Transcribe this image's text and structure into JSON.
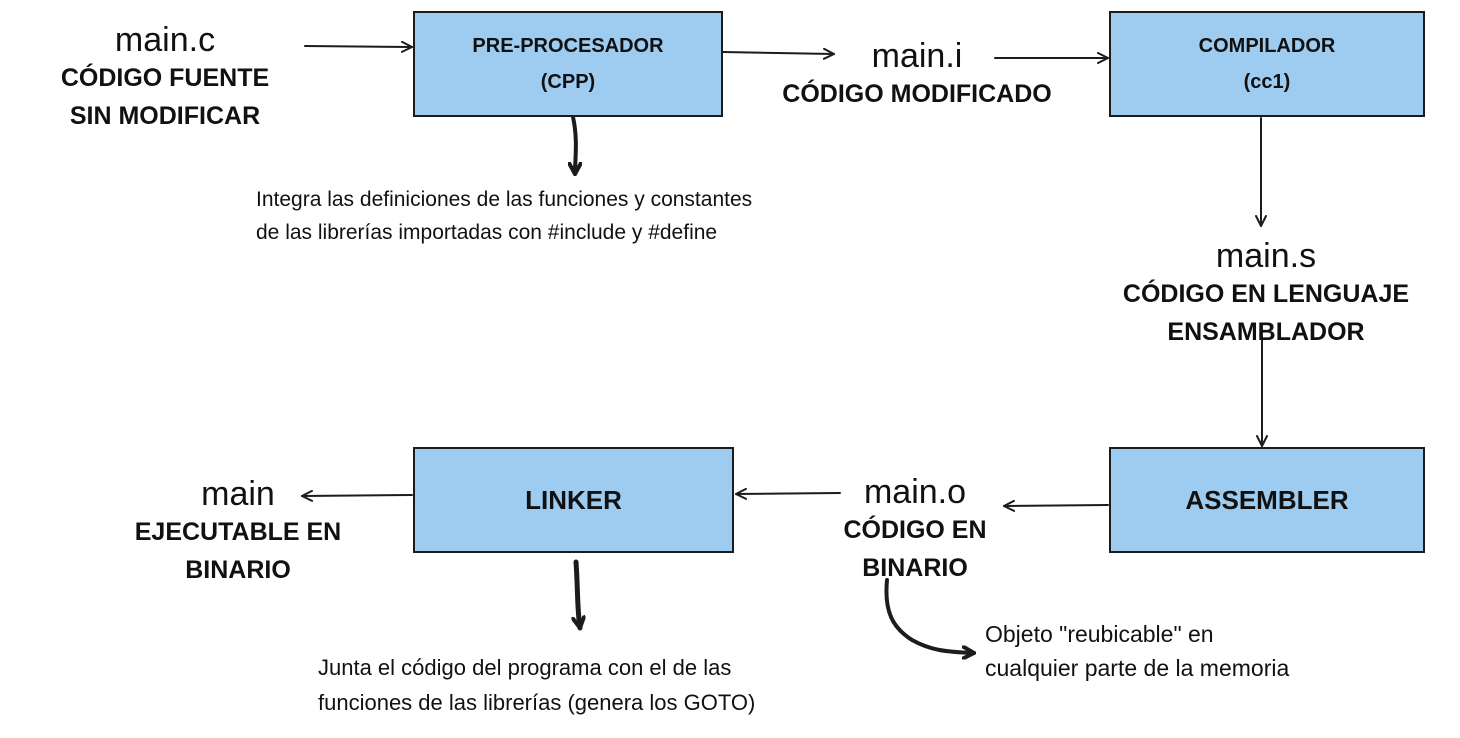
{
  "colors": {
    "box_fill": "#9ecbf0",
    "box_border": "#1c1c1c",
    "arrow": "#1c1c1c"
  },
  "files": {
    "source": {
      "name": "main.c",
      "desc": [
        "CÓDIGO FUENTE",
        "SIN MODIFICAR"
      ]
    },
    "preprocessed": {
      "name": "main.i",
      "desc": [
        "CÓDIGO MODIFICADO"
      ]
    },
    "assembly": {
      "name": "main.s",
      "desc": [
        "CÓDIGO EN LENGUAJE",
        "ENSAMBLADOR"
      ]
    },
    "object": {
      "name": "main.o",
      "desc": [
        "CÓDIGO EN",
        "BINARIO"
      ]
    },
    "executable": {
      "name": "main",
      "desc": [
        "EJECUTABLE EN",
        "BINARIO"
      ]
    }
  },
  "stages": {
    "preprocessor": [
      "PRE-PROCESADOR",
      "(CPP)"
    ],
    "compiler": [
      "COMPILADOR",
      "(cc1)"
    ],
    "assembler": [
      "ASSEMBLER"
    ],
    "linker": [
      "LINKER"
    ]
  },
  "notes": {
    "preprocessor": [
      "Integra las definiciones de las funciones y constantes",
      "de las librerías importadas con #include y #define"
    ],
    "object": [
      "Objeto \"reubicable\" en",
      "cualquier parte de la memoria"
    ],
    "linker": [
      "Junta el código del programa con el de las",
      "funciones de las librerías (genera los GOTO)"
    ]
  }
}
